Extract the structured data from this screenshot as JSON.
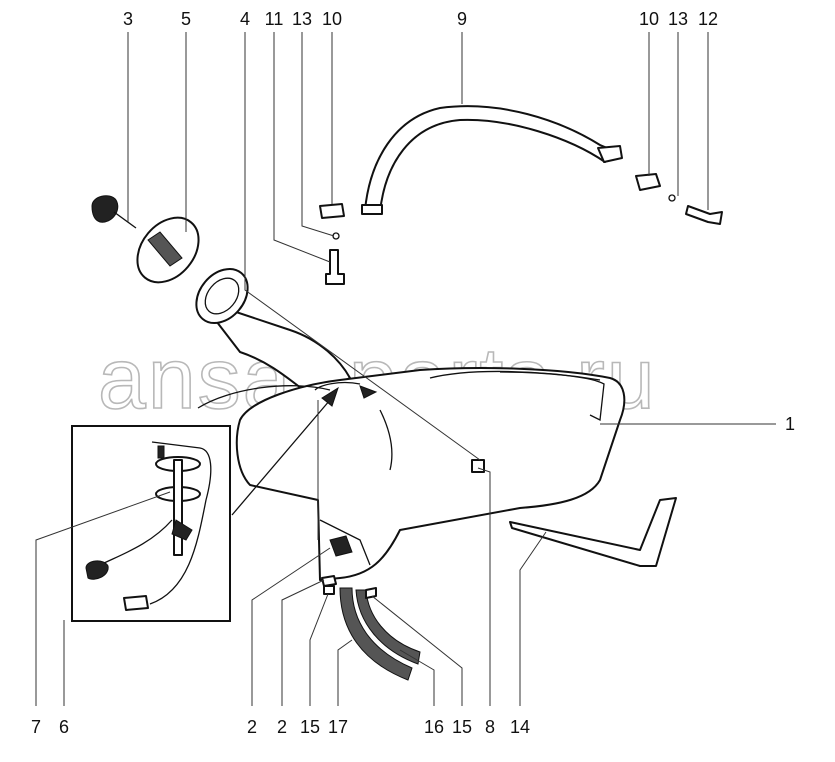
{
  "watermark": "ansat-parts.ru",
  "callouts": [
    {
      "id": "c3",
      "text": "3"
    },
    {
      "id": "c5",
      "text": "5"
    },
    {
      "id": "c4",
      "text": "4"
    },
    {
      "id": "c11",
      "text": "11"
    },
    {
      "id": "c13a",
      "text": "13"
    },
    {
      "id": "c10a",
      "text": "10"
    },
    {
      "id": "c9",
      "text": "9"
    },
    {
      "id": "c10b",
      "text": "10"
    },
    {
      "id": "c13b",
      "text": "13"
    },
    {
      "id": "c12",
      "text": "12"
    },
    {
      "id": "c1",
      "text": "1"
    },
    {
      "id": "c7",
      "text": "7"
    },
    {
      "id": "c6",
      "text": "6"
    },
    {
      "id": "c2a",
      "text": "2"
    },
    {
      "id": "c2b",
      "text": "2"
    },
    {
      "id": "c15a",
      "text": "15"
    },
    {
      "id": "c17",
      "text": "17"
    },
    {
      "id": "c16",
      "text": "16"
    },
    {
      "id": "c15b",
      "text": "15"
    },
    {
      "id": "c8",
      "text": "8"
    },
    {
      "id": "c14",
      "text": "14"
    }
  ]
}
